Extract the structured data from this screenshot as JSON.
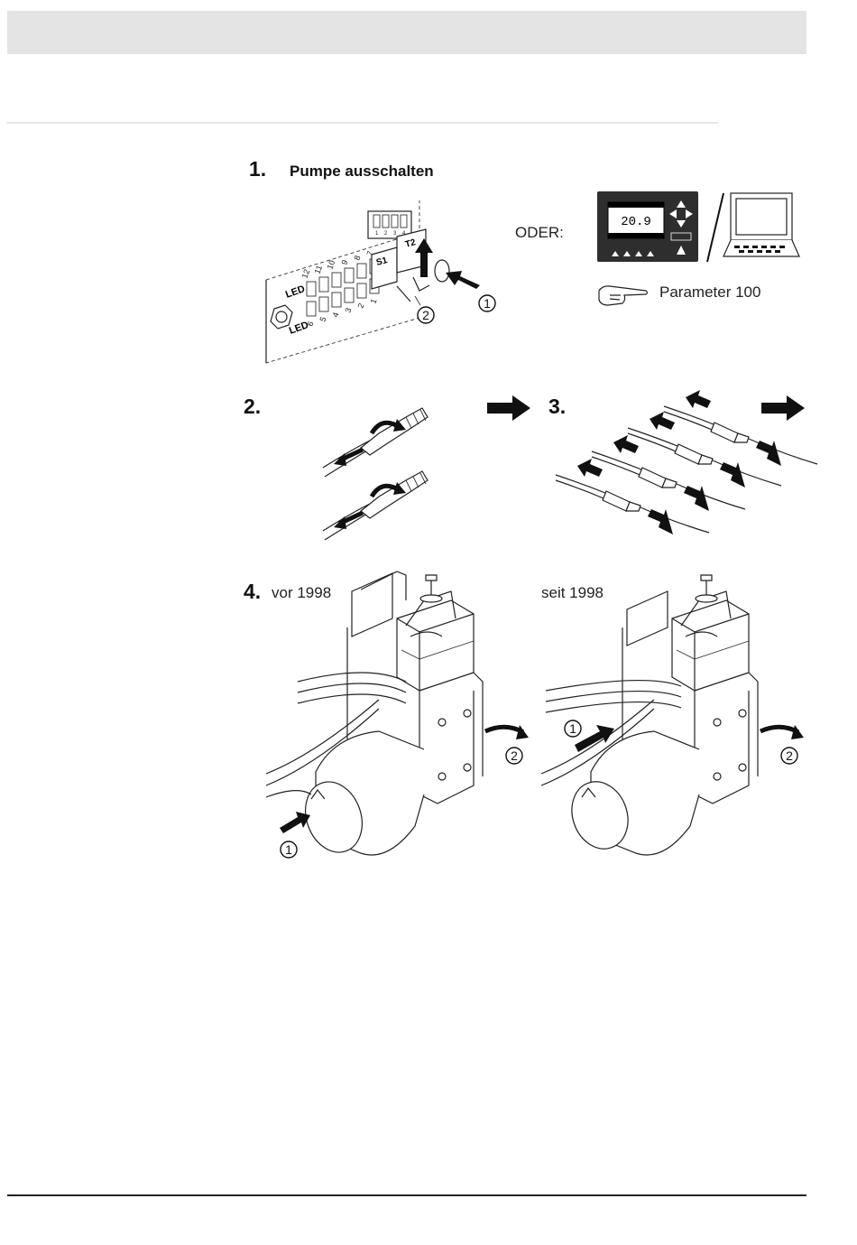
{
  "step1": {
    "number": "1.",
    "title": "Pumpe ausschalten",
    "oder": "ODER:",
    "display_value": "20.9",
    "parameter": "Parameter 100",
    "led_top_label": "LED",
    "led_bottom_label": "LED",
    "led_top_numbers": [
      "12",
      "11",
      "10",
      "9",
      "8",
      "7"
    ],
    "led_bottom_numbers": [
      "6",
      "5",
      "4",
      "3",
      "2",
      "1"
    ],
    "switch_s1": "S1",
    "switch_t2": "T2",
    "dip_numbers": [
      "1",
      "2",
      "3",
      "4"
    ],
    "callout_1": "1",
    "callout_2": "2"
  },
  "step2": {
    "number": "2."
  },
  "step3": {
    "number": "3."
  },
  "step4": {
    "number": "4.",
    "left_caption": "vor 1998",
    "right_caption": "seit 1998",
    "left_callout_1": "1",
    "left_callout_2": "2",
    "right_callout_1": "1",
    "right_callout_2": "2"
  }
}
